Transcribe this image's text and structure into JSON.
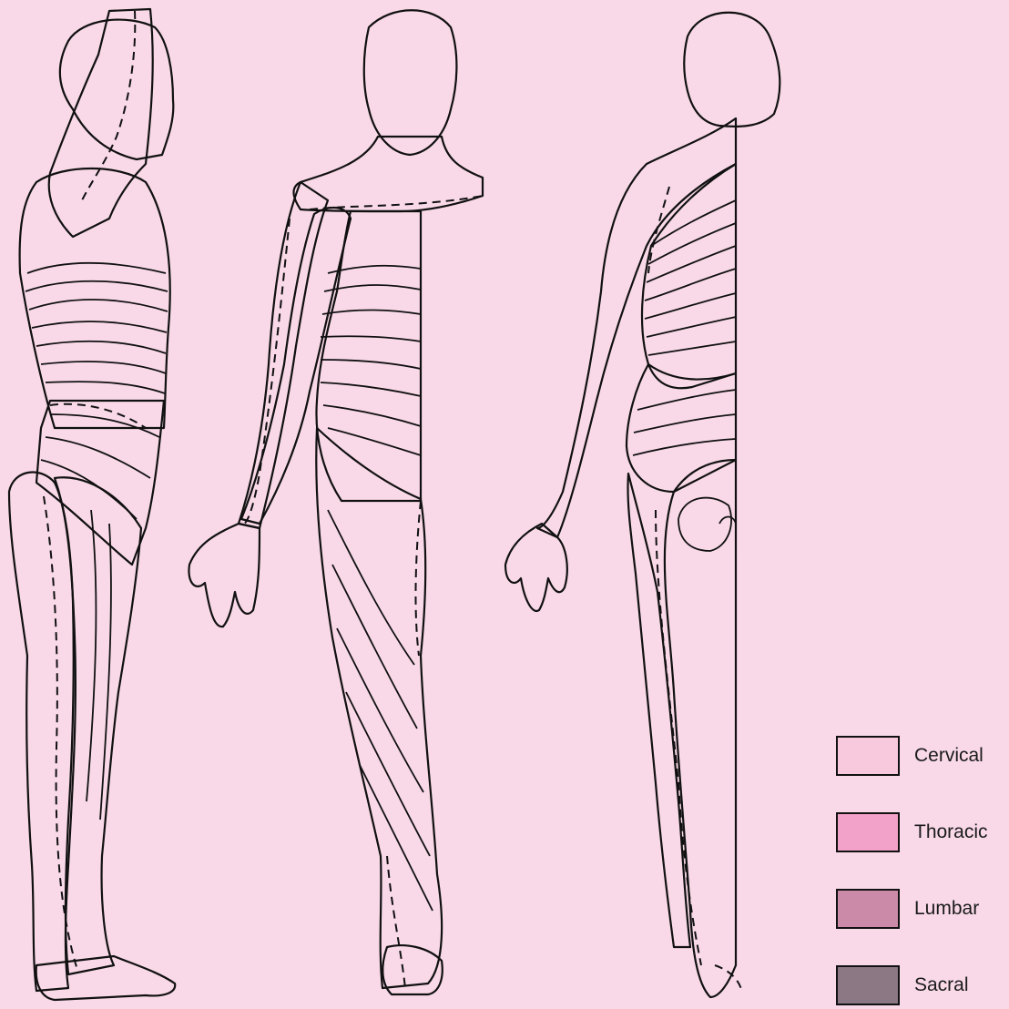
{
  "legend": {
    "items": [
      {
        "label": "Cervical",
        "color": "#f8c8dc"
      },
      {
        "label": "Thoracic",
        "color": "#f2a2c8"
      },
      {
        "label": "Lumbar",
        "color": "#cb8aa8"
      },
      {
        "label": "Sacral",
        "color": "#8c7784"
      }
    ]
  },
  "figures": [
    "side-view",
    "front-view",
    "back-view"
  ]
}
